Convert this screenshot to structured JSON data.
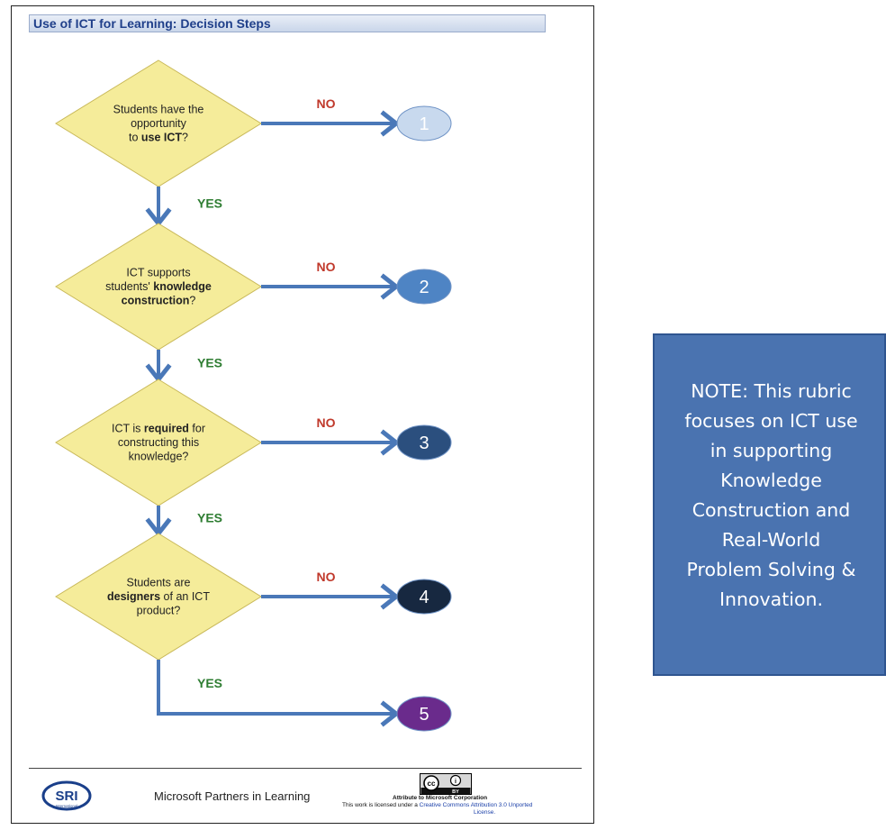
{
  "header": {
    "title": "Use of ICT for Learning: Decision Steps"
  },
  "steps": [
    {
      "lines": [
        {
          "parts": [
            {
              "t": "Students have the",
              "b": false
            }
          ]
        },
        {
          "parts": [
            {
              "t": "opportunity",
              "b": false
            }
          ]
        },
        {
          "parts": [
            {
              "t": "to ",
              "b": false
            },
            {
              "t": "use ICT",
              "b": true
            },
            {
              "t": "?",
              "b": false
            }
          ]
        }
      ],
      "no_label": "NO",
      "yes_label": "YES",
      "outcome": "1"
    },
    {
      "lines": [
        {
          "parts": [
            {
              "t": "ICT supports",
              "b": false
            }
          ]
        },
        {
          "parts": [
            {
              "t": "students' ",
              "b": false
            },
            {
              "t": "knowledge",
              "b": true
            }
          ]
        },
        {
          "parts": [
            {
              "t": "construction",
              "b": true
            },
            {
              "t": "?",
              "b": false
            }
          ]
        }
      ],
      "no_label": "NO",
      "yes_label": "YES",
      "outcome": "2"
    },
    {
      "lines": [
        {
          "parts": [
            {
              "t": "ICT is ",
              "b": false
            },
            {
              "t": "required",
              "b": true
            },
            {
              "t": " for",
              "b": false
            }
          ]
        },
        {
          "parts": [
            {
              "t": "constructing this",
              "b": false
            }
          ]
        },
        {
          "parts": [
            {
              "t": "knowledge?",
              "b": false
            }
          ]
        }
      ],
      "no_label": "NO",
      "yes_label": "YES",
      "outcome": "3"
    },
    {
      "lines": [
        {
          "parts": [
            {
              "t": "Students are",
              "b": false
            }
          ]
        },
        {
          "parts": [
            {
              "t": "designers",
              "b": true
            },
            {
              "t": " of an ICT",
              "b": false
            }
          ]
        },
        {
          "parts": [
            {
              "t": "product?",
              "b": false
            }
          ]
        }
      ],
      "no_label": "NO",
      "yes_label": "YES",
      "outcome": "4"
    }
  ],
  "final_outcome": "5",
  "outcome_colors": [
    "#c8d9ee",
    "#4e84c4",
    "#2b4f7e",
    "#172840",
    "#6a2b8c"
  ],
  "outcome_text_colors": [
    "#ffffff",
    "#ffffff",
    "#ffffff",
    "#ffffff",
    "#ffffff"
  ],
  "colors": {
    "diamond_fill": "#f5ec9a",
    "diamond_stroke": "#c9b95a",
    "arrow": "#4a78b8"
  },
  "footer": {
    "logo_text": "SRI",
    "logo_subtext": "International",
    "partner": "Microsoft Partners in Learning",
    "cc_left": "cc",
    "cc_right": "BY",
    "attribution_line1": "Attribute to Microsoft Corporation",
    "attribution_line2_prefix": "This work is licensed under a",
    "attribution_line2_link": "Creative Commons Attribution 3.0 Unported",
    "attribution_line3": "License."
  },
  "note": {
    "text": "NOTE: This rubric\nfocuses on ICT use\nin supporting\nKnowledge\nConstruction and\nReal-World\nProblem Solving &\nInnovation."
  }
}
